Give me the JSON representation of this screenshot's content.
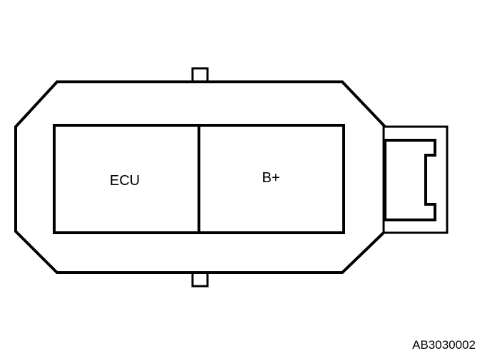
{
  "diagram": {
    "terminals": {
      "left_label": "ECU",
      "right_label": "B+"
    },
    "figure_code": "AB3030002"
  }
}
